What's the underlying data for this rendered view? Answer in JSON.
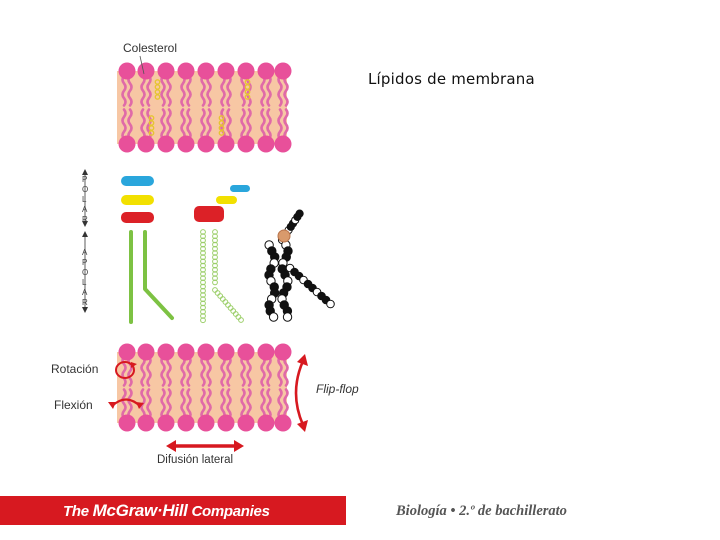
{
  "slide": {
    "title": "Lípidos de membrana"
  },
  "figure": {
    "top_label": "Colesterol",
    "polar_letters": [
      "P",
      "O",
      "L",
      "A",
      "R"
    ],
    "apolar_letters": [
      "A",
      "P",
      "O",
      "L",
      "A",
      "R"
    ],
    "rotation_label": "Rotación",
    "flexion_label": "Flexión",
    "flipflop_label": "Flip-flop",
    "lateral_label": "Difusión lateral"
  },
  "colors": {
    "membrane_band": "#f7c7a4",
    "head": "#e8509a",
    "tail": "#e06aa8",
    "cholesterol": "#e6c531",
    "polar_blue": "#2aa6dc",
    "polar_yellow": "#f2e000",
    "polar_red": "#dc2127",
    "apolar_green": "#7dc243",
    "arrow_red": "#d71920",
    "footer_bar": "#d71920"
  },
  "footer": {
    "brand_prefix": "The ",
    "brand_name": "McGraw·Hill",
    "brand_suffix": " Companies",
    "caption": "Biología • 2.º de bachillerato"
  }
}
